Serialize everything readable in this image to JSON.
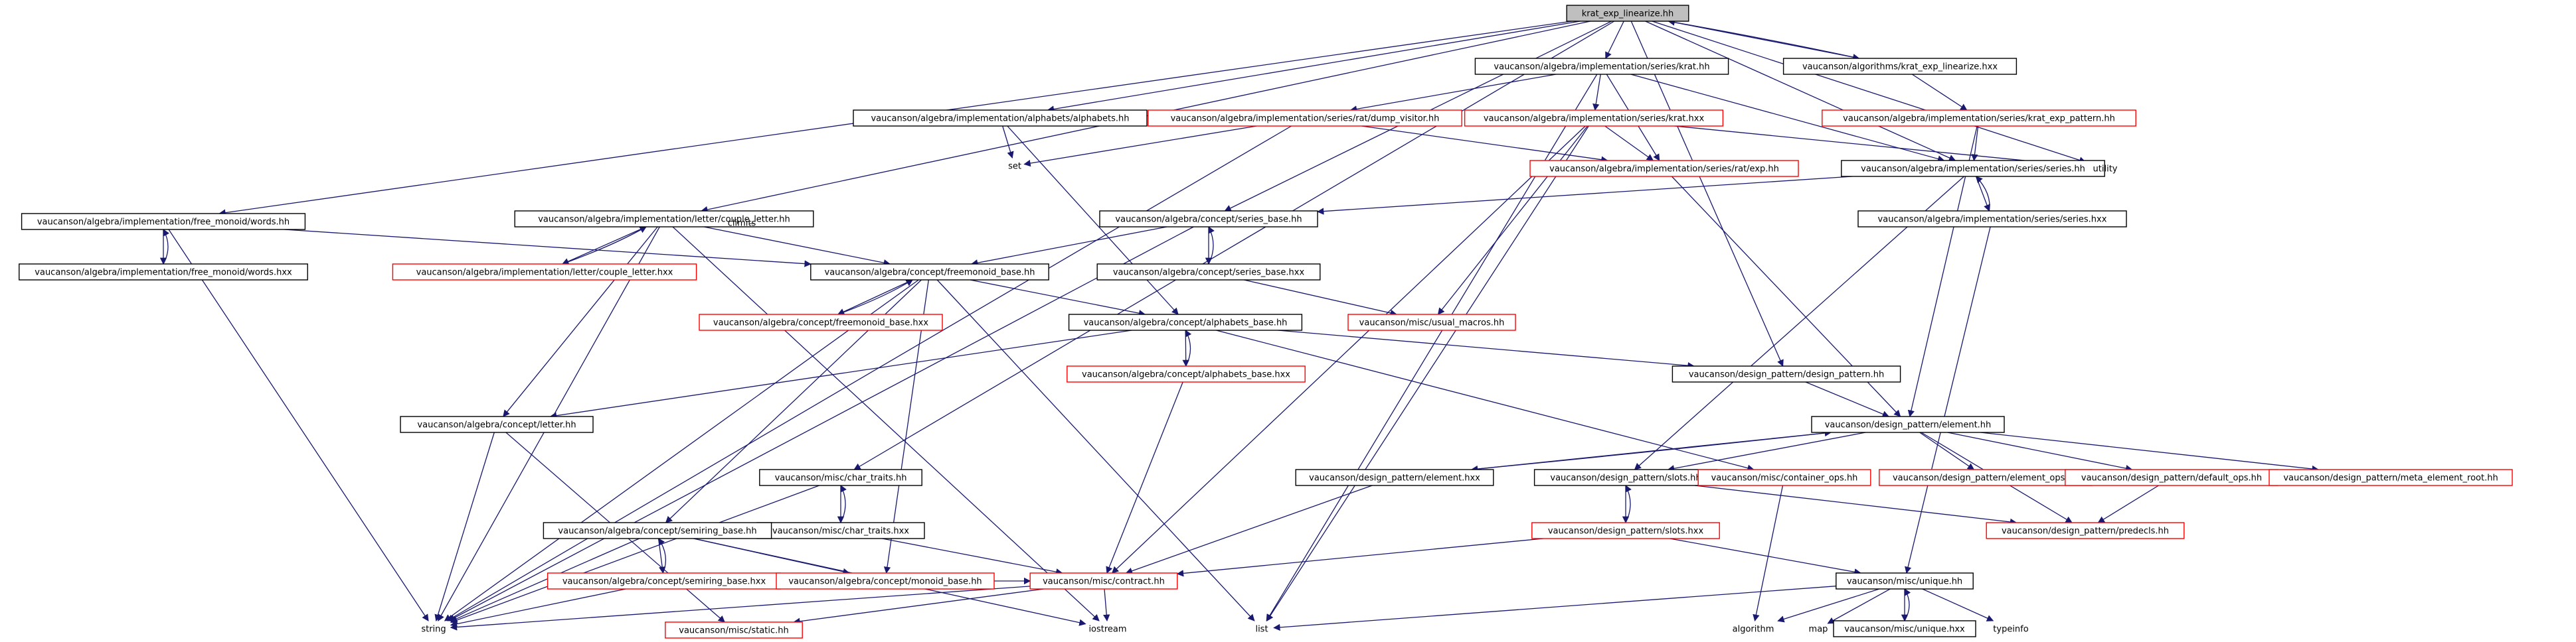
{
  "graph": {
    "root": "krat_exp_linearize.hh",
    "colors": {
      "edge_include": "#191970",
      "edge_back": "#191970",
      "node_border_ok": "#000000",
      "node_border_missing": "#ff0000",
      "root_fill": "#bfbfbf"
    },
    "nodes": [
      {
        "id": "root",
        "label": "krat_exp_linearize.hh",
        "missing": false,
        "root": true
      },
      {
        "id": "krathh",
        "label": "vaucanson/algebra/implementation/series/krat.hh",
        "missing": false
      },
      {
        "id": "algokrat",
        "label": "vaucanson/algorithms/krat_exp_linearize.hxx",
        "missing": false
      },
      {
        "id": "alphabetshh",
        "label": "vaucanson/algebra/implementation/alphabets/alphabets.hh",
        "missing": false
      },
      {
        "id": "dumpvisitor",
        "label": "vaucanson/algebra/implementation/series/rat/dump_visitor.hh",
        "missing": true
      },
      {
        "id": "krathxx",
        "label": "vaucanson/algebra/implementation/series/krat.hxx",
        "missing": true
      },
      {
        "id": "kratpattern",
        "label": "vaucanson/algebra/implementation/series/krat_exp_pattern.hh",
        "missing": true
      },
      {
        "id": "set",
        "label": "set",
        "missing": false,
        "plain": true
      },
      {
        "id": "ratexp",
        "label": "vaucanson/algebra/implementation/series/rat/exp.hh",
        "missing": true
      },
      {
        "id": "serieshh",
        "label": "vaucanson/algebra/implementation/series/series.hh",
        "missing": false
      },
      {
        "id": "utility",
        "label": "utility",
        "missing": false,
        "plain": true
      },
      {
        "id": "freemonoidwords",
        "label": "vaucanson/algebra/implementation/free_monoid/words.hh",
        "missing": false
      },
      {
        "id": "coupleletter",
        "label": "vaucanson/algebra/implementation/letter/couple_letter.hh",
        "missing": false
      },
      {
        "id": "seriesbase",
        "label": "vaucanson/algebra/concept/series_base.hh",
        "missing": false
      },
      {
        "id": "serieshxx",
        "label": "vaucanson/algebra/implementation/series/series.hxx",
        "missing": false
      },
      {
        "id": "climits",
        "label": "climits",
        "missing": false,
        "plain": true
      },
      {
        "id": "freemonoidwordshxx",
        "label": "vaucanson/algebra/implementation/free_monoid/words.hxx",
        "missing": false
      },
      {
        "id": "coupleletterhxx",
        "label": "vaucanson/algebra/implementation/letter/couple_letter.hxx",
        "missing": true
      },
      {
        "id": "freemonoidbase",
        "label": "vaucanson/algebra/concept/freemonoid_base.hh",
        "missing": false
      },
      {
        "id": "seriesbasehxx",
        "label": "vaucanson/algebra/concept/series_base.hxx",
        "missing": false
      },
      {
        "id": "freemonoidbasehxx",
        "label": "vaucanson/algebra/concept/freemonoid_base.hxx",
        "missing": true
      },
      {
        "id": "alphabetsbase",
        "label": "vaucanson/algebra/concept/alphabets_base.hh",
        "missing": false
      },
      {
        "id": "usualmacros",
        "label": "vaucanson/misc/usual_macros.hh",
        "missing": true
      },
      {
        "id": "alphabetsbasehxx",
        "label": "vaucanson/algebra/concept/alphabets_base.hxx",
        "missing": true
      },
      {
        "id": "designpattern",
        "label": "vaucanson/design_pattern/design_pattern.hh",
        "missing": false
      },
      {
        "id": "letterhh",
        "label": "vaucanson/algebra/concept/letter.hh",
        "missing": false
      },
      {
        "id": "elementhh",
        "label": "vaucanson/design_pattern/element.hh",
        "missing": false
      },
      {
        "id": "chartraits",
        "label": "vaucanson/misc/char_traits.hh",
        "missing": false
      },
      {
        "id": "elementhxx",
        "label": "vaucanson/design_pattern/element.hxx",
        "missing": false
      },
      {
        "id": "slotshh",
        "label": "vaucanson/design_pattern/slots.hh",
        "missing": false
      },
      {
        "id": "containerops",
        "label": "vaucanson/misc/container_ops.hh",
        "missing": true
      },
      {
        "id": "elementops",
        "label": "vaucanson/design_pattern/element_ops.hh",
        "missing": true
      },
      {
        "id": "defaultops",
        "label": "vaucanson/design_pattern/default_ops.hh",
        "missing": true
      },
      {
        "id": "metaelementroot",
        "label": "vaucanson/design_pattern/meta_element_root.hh",
        "missing": true
      },
      {
        "id": "chartraitshxx",
        "label": "vaucanson/misc/char_traits.hxx",
        "missing": false
      },
      {
        "id": "semiringbase",
        "label": "vaucanson/algebra/concept/semiring_base.hh",
        "missing": false
      },
      {
        "id": "slotshxx",
        "label": "vaucanson/design_pattern/slots.hxx",
        "missing": true
      },
      {
        "id": "predecls",
        "label": "vaucanson/design_pattern/predecls.hh",
        "missing": true
      },
      {
        "id": "semiringbasehxx",
        "label": "vaucanson/algebra/concept/semiring_base.hxx",
        "missing": true
      },
      {
        "id": "monoidbase",
        "label": "vaucanson/algebra/concept/monoid_base.hh",
        "missing": true
      },
      {
        "id": "contract",
        "label": "vaucanson/misc/contract.hh",
        "missing": true
      },
      {
        "id": "uniquehh",
        "label": "vaucanson/misc/unique.hh",
        "missing": false
      },
      {
        "id": "string",
        "label": "string",
        "missing": false,
        "plain": true
      },
      {
        "id": "static",
        "label": "vaucanson/misc/static.hh",
        "missing": true
      },
      {
        "id": "iostream",
        "label": "iostream",
        "missing": false,
        "plain": true
      },
      {
        "id": "list",
        "label": "list",
        "missing": false,
        "plain": true
      },
      {
        "id": "algorithm",
        "label": "algorithm",
        "missing": false,
        "plain": true
      },
      {
        "id": "map",
        "label": "map",
        "missing": false,
        "plain": true
      },
      {
        "id": "uniquehxx",
        "label": "vaucanson/misc/unique.hxx",
        "missing": false
      },
      {
        "id": "typeinfo",
        "label": "typeinfo",
        "missing": false,
        "plain": true
      }
    ],
    "edges": [
      [
        "root",
        "krathh"
      ],
      [
        "root",
        "algokrat"
      ],
      [
        "root",
        "alphabetshh"
      ],
      [
        "root",
        "freemonoidwords"
      ],
      [
        "root",
        "coupleletter"
      ],
      [
        "root",
        "seriesbase"
      ],
      [
        "root",
        "serieshh"
      ],
      [
        "root",
        "utility"
      ],
      [
        "root",
        "chartraits"
      ],
      [
        "root",
        "designpattern"
      ],
      [
        "algokrat",
        "root"
      ],
      [
        "algokrat",
        "kratpattern"
      ],
      [
        "krathh",
        "dumpvisitor"
      ],
      [
        "krathh",
        "krathxx"
      ],
      [
        "krathh",
        "ratexp"
      ],
      [
        "krathh",
        "serieshh"
      ],
      [
        "krathh",
        "list"
      ],
      [
        "alphabetshh",
        "set"
      ],
      [
        "alphabetshh",
        "alphabetsbase"
      ],
      [
        "dumpvisitor",
        "set"
      ],
      [
        "dumpvisitor",
        "ratexp"
      ],
      [
        "dumpvisitor",
        "string"
      ],
      [
        "krathxx",
        "ratexp"
      ],
      [
        "krathxx",
        "utility"
      ],
      [
        "krathxx",
        "usualmacros"
      ],
      [
        "krathxx",
        "contract"
      ],
      [
        "krathxx",
        "list"
      ],
      [
        "kratpattern",
        "serieshh"
      ],
      [
        "kratpattern",
        "elementhh"
      ],
      [
        "ratexp",
        "elementhh"
      ],
      [
        "serieshh",
        "seriesbase"
      ],
      [
        "serieshh",
        "serieshxx"
      ],
      [
        "serieshh",
        "slotshh"
      ],
      [
        "serieshxx",
        "serieshh"
      ],
      [
        "serieshxx",
        "uniquehh"
      ],
      [
        "freemonoidwords",
        "freemonoidwordshxx"
      ],
      [
        "freemonoidwords",
        "freemonoidbase"
      ],
      [
        "freemonoidwords",
        "string"
      ],
      [
        "freemonoidwordshxx",
        "freemonoidwords"
      ],
      [
        "coupleletter",
        "coupleletterhxx"
      ],
      [
        "coupleletter",
        "climits"
      ],
      [
        "coupleletter",
        "freemonoidbase"
      ],
      [
        "coupleletter",
        "letterhh"
      ],
      [
        "coupleletter",
        "string"
      ],
      [
        "coupleletter",
        "iostream"
      ],
      [
        "coupleletterhxx",
        "coupleletter"
      ],
      [
        "seriesbase",
        "seriesbasehxx"
      ],
      [
        "seriesbase",
        "freemonoidbase"
      ],
      [
        "seriesbase",
        "string"
      ],
      [
        "seriesbasehxx",
        "seriesbase"
      ],
      [
        "seriesbasehxx",
        "usualmacros"
      ],
      [
        "freemonoidbase",
        "freemonoidbasehxx"
      ],
      [
        "freemonoidbase",
        "alphabetsbase"
      ],
      [
        "freemonoidbase",
        "semiringbase"
      ],
      [
        "freemonoidbase",
        "monoidbase"
      ],
      [
        "freemonoidbase",
        "string"
      ],
      [
        "freemonoidbase",
        "list"
      ],
      [
        "freemonoidbasehxx",
        "freemonoidbase"
      ],
      [
        "alphabetsbase",
        "alphabetsbasehxx"
      ],
      [
        "alphabetsbase",
        "designpattern"
      ],
      [
        "alphabetsbase",
        "letterhh"
      ],
      [
        "alphabetsbase",
        "containerops"
      ],
      [
        "alphabetsbasehxx",
        "alphabetsbase"
      ],
      [
        "alphabetsbasehxx",
        "contract"
      ],
      [
        "designpattern",
        "elementhh"
      ],
      [
        "elementhh",
        "elementhxx"
      ],
      [
        "elementhh",
        "slotshh"
      ],
      [
        "elementhh",
        "elementops"
      ],
      [
        "elementhh",
        "defaultops"
      ],
      [
        "elementhh",
        "metaelementroot"
      ],
      [
        "elementhh",
        "predecls"
      ],
      [
        "elementhxx",
        "elementhh"
      ],
      [
        "elementhxx",
        "contract"
      ],
      [
        "slotshh",
        "slotshxx"
      ],
      [
        "slotshh",
        "predecls"
      ],
      [
        "slotshxx",
        "slotshh"
      ],
      [
        "slotshxx",
        "contract"
      ],
      [
        "slotshxx",
        "uniquehh"
      ],
      [
        "defaultops",
        "predecls"
      ],
      [
        "containerops",
        "algorithm"
      ],
      [
        "letterhh",
        "string"
      ],
      [
        "letterhh",
        "static"
      ],
      [
        "chartraits",
        "chartraitshxx"
      ],
      [
        "chartraits",
        "string"
      ],
      [
        "chartraitshxx",
        "chartraits"
      ],
      [
        "chartraitshxx",
        "contract"
      ],
      [
        "semiringbase",
        "semiringbasehxx"
      ],
      [
        "semiringbase",
        "monoidbase"
      ],
      [
        "semiringbase",
        "string"
      ],
      [
        "semiringbase",
        "iostream"
      ],
      [
        "semiringbasehxx",
        "semiringbase"
      ],
      [
        "semiringbasehxx",
        "contract"
      ],
      [
        "semiringbasehxx",
        "string"
      ],
      [
        "contract",
        "string"
      ],
      [
        "contract",
        "static"
      ],
      [
        "contract",
        "iostream"
      ],
      [
        "uniquehh",
        "list"
      ],
      [
        "uniquehh",
        "algorithm"
      ],
      [
        "uniquehh",
        "map"
      ],
      [
        "uniquehh",
        "uniquehxx"
      ],
      [
        "uniquehh",
        "typeinfo"
      ],
      [
        "uniquehxx",
        "uniquehh"
      ]
    ]
  }
}
